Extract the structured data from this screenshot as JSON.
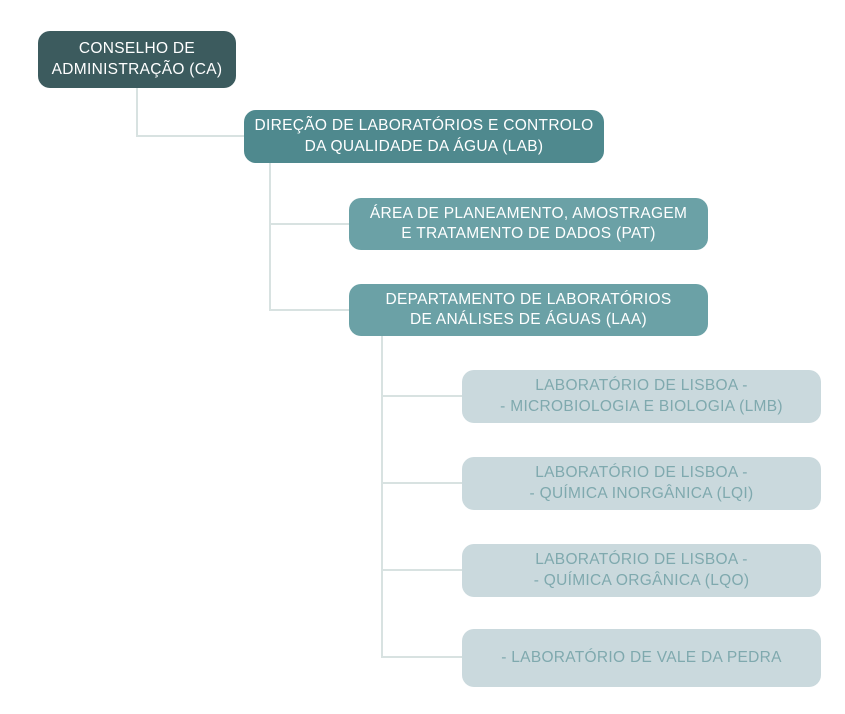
{
  "diagram": {
    "type": "org-chart",
    "colors": {
      "background": "#ffffff",
      "level1_bg": "#3c5b5e",
      "level2_bg": "#4f898e",
      "level3_bg": "#6ba1a6",
      "level4_bg": "#cad9dd",
      "level4_text": "#7fa9ae",
      "light_text": "#ffffff",
      "connector": "#d8e2e1"
    },
    "nodes": [
      {
        "id": "ca",
        "level": 1,
        "line1": "CONSELHO DE",
        "line2": "ADMINISTRAÇÃO (CA)",
        "parent": null
      },
      {
        "id": "lab",
        "level": 2,
        "line1": "DIREÇÃO DE LABORATÓRIOS E CONTROLO",
        "line2": "DA QUALIDADE DA ÁGUA (LAB)",
        "parent": "ca"
      },
      {
        "id": "pat",
        "level": 3,
        "line1": "ÁREA DE PLANEAMENTO, AMOSTRAGEM",
        "line2": "E TRATAMENTO DE DADOS (PAT)",
        "parent": "lab"
      },
      {
        "id": "laa",
        "level": 3,
        "line1": "DEPARTAMENTO DE LABORATÓRIOS",
        "line2": "DE ANÁLISES DE ÁGUAS (LAA)",
        "parent": "lab"
      },
      {
        "id": "lmb",
        "level": 4,
        "line1": "LABORATÓRIO DE LISBOA -",
        "line2": "- MICROBIOLOGIA E BIOLOGIA (LMB)",
        "parent": "laa"
      },
      {
        "id": "lqi",
        "level": 4,
        "line1": "LABORATÓRIO DE LISBOA -",
        "line2": "- QUÍMICA INORGÂNICA (LQI)",
        "parent": "laa"
      },
      {
        "id": "lqo",
        "level": 4,
        "line1": "LABORATÓRIO DE LISBOA -",
        "line2": "- QUÍMICA ORGÂNICA (LQO)",
        "parent": "laa"
      },
      {
        "id": "lvp",
        "level": 4,
        "line1": "- LABORATÓRIO DE VALE DA PEDRA",
        "line2": "",
        "parent": "laa"
      }
    ]
  }
}
